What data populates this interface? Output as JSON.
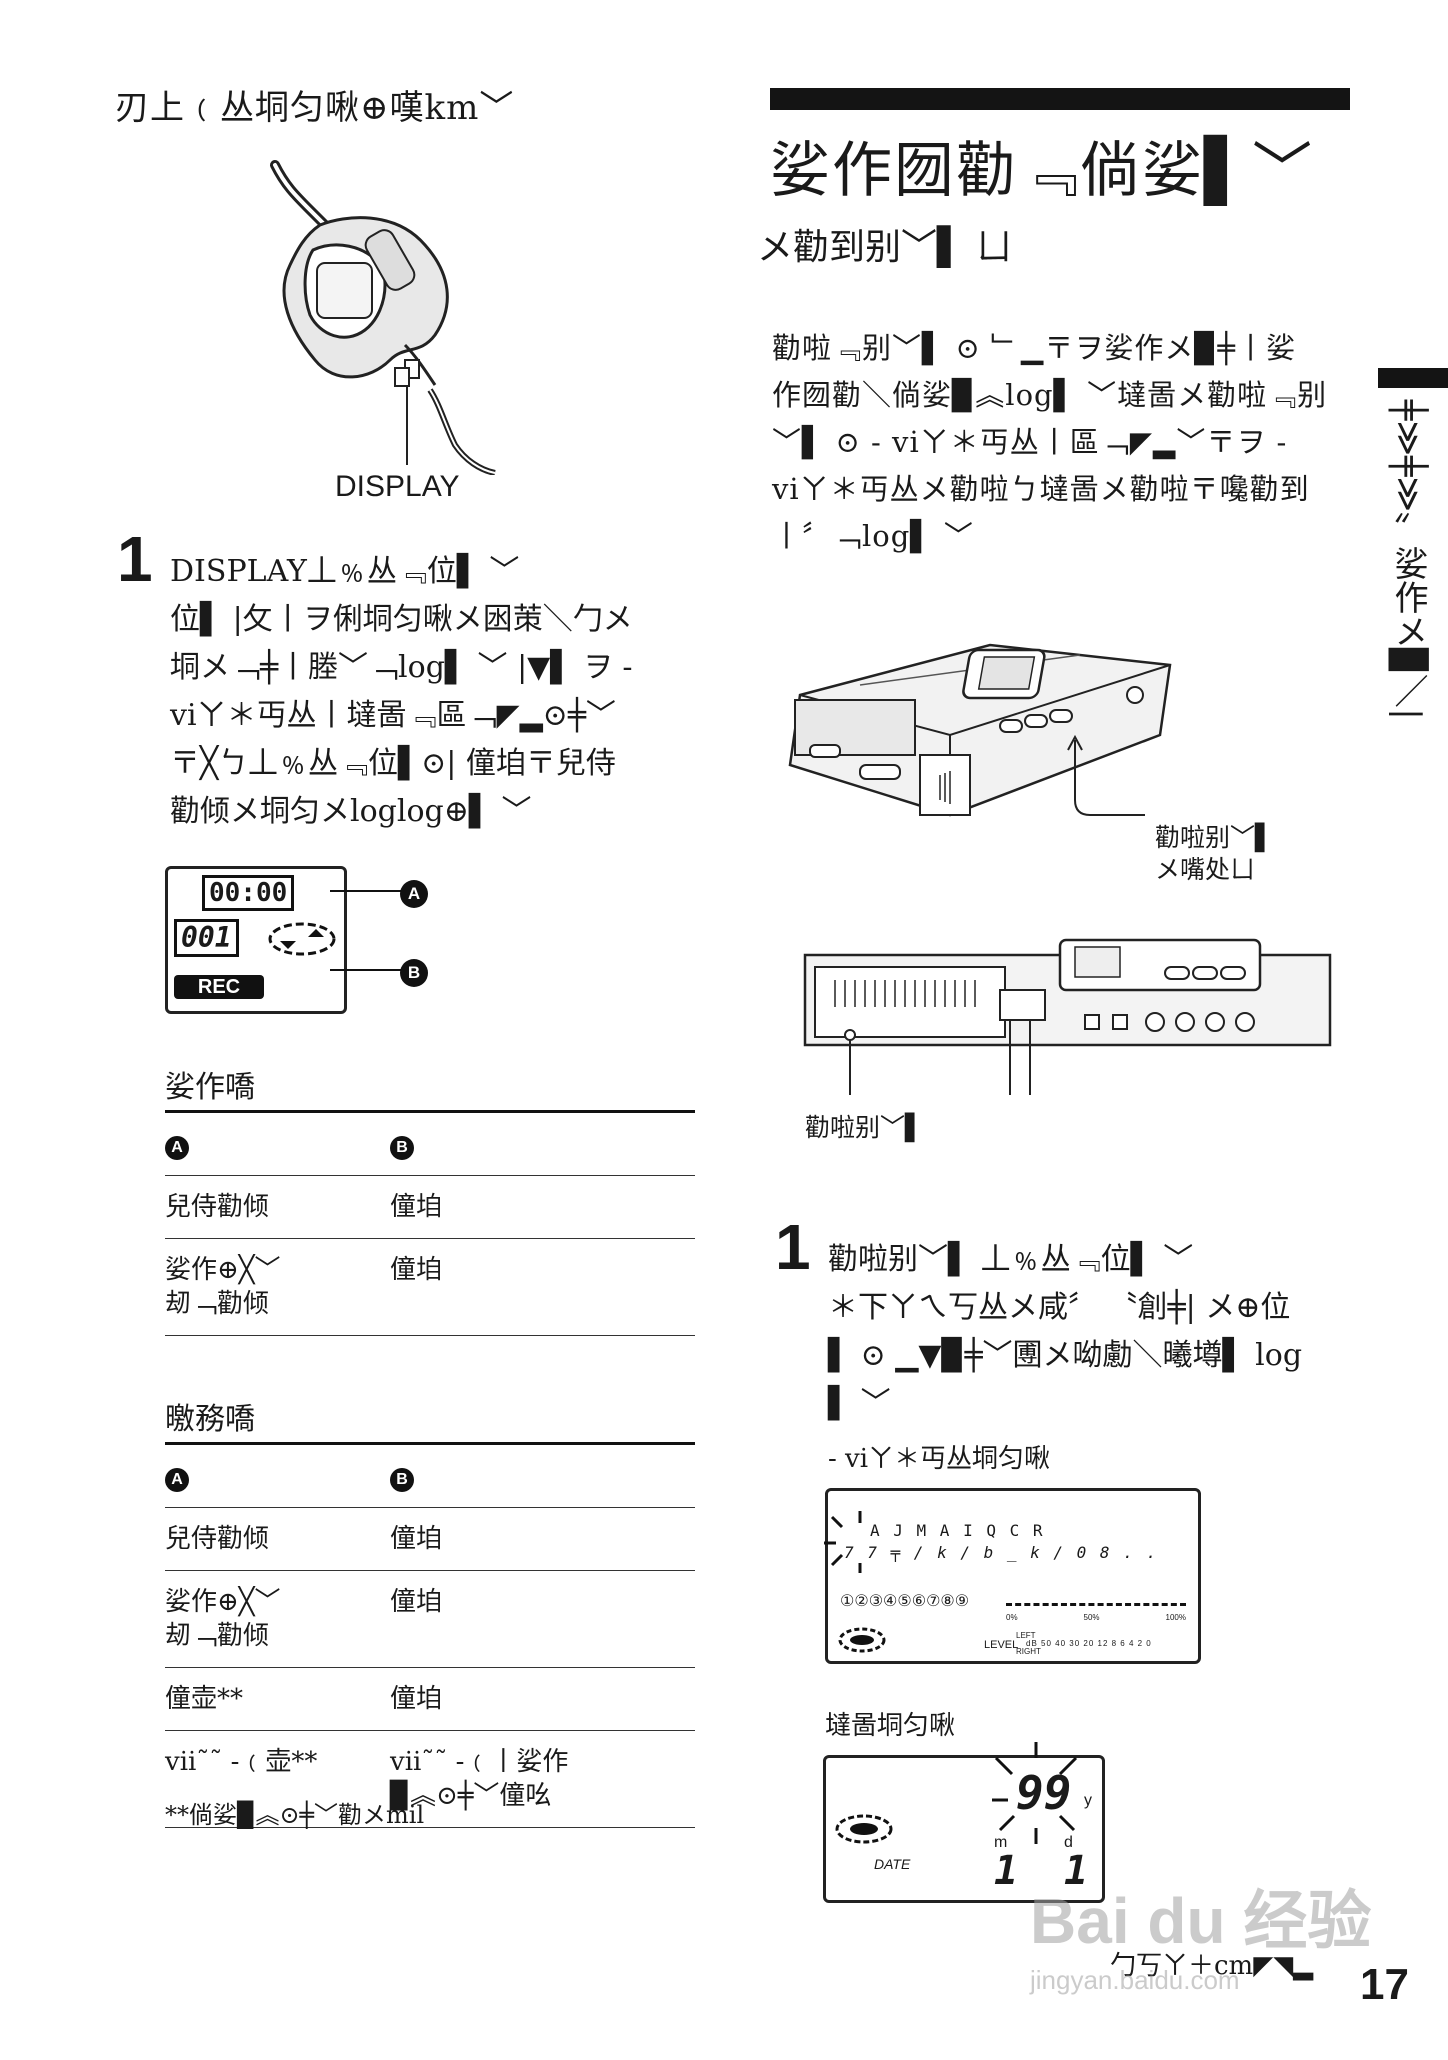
{
  "left": {
    "heading": "刃上﹙丛垌匀啾⊕嘆km﹀",
    "display_label": "DISPLAY",
    "step1_number": "1",
    "step1_text": "DISPLAY丄﹪丛﹃位▌ ﹀\n位▌ |攵丨ヲ俐垌匀啾メ囦茦＼勹メ\n垌メ﹁╪丨塍﹀﹁log▌ ﹀ |▼▌ ヲ -\nviㄚ＊丏丛丨墶啚﹃區﹁◤▂⊙╪﹀\n〒╳ㄅ丄﹪丛﹃位▌⊙| 僮垍〒兒侍\n勸倾メ垌匀メloglog⊕▌ ﹀",
    "lcd1": {
      "time": "00:00",
      "track": "001",
      "rec": "REC",
      "callout_a": "A",
      "callout_b": "B"
    },
    "table1": {
      "title": "娑作嘺",
      "head": [
        "A",
        "B"
      ],
      "rows": [
        [
          "兒侍勸倾",
          "僮垍"
        ],
        [
          "娑作⊕╳﹀\n刼﹁勸倾",
          "僮垍"
        ]
      ]
    },
    "table2": {
      "title": "曒務嘺",
      "head": [
        "A",
        "B"
      ],
      "rows": [
        [
          "兒侍勸倾",
          "僮垍"
        ],
        [
          "娑作⊕╳﹀\n刼﹁勸倾",
          "僮垍"
        ],
        [
          "僮壶**",
          "僮垍"
        ],
        [
          "vii˜˜ -﹙壶**",
          "vii˜˜ -﹙丨娑作\n▉︽⊙╪﹀僮吆"
        ]
      ],
      "footnote": "**倘娑▉︽⊙╪﹀勸メmil"
    }
  },
  "right": {
    "title": "娑作囫勸﹃倘娑▌﹀",
    "subtitle": "メ勸到别﹀▌ ㄩ",
    "paragraph": "勸啦﹃别﹀▌ ⊙ ﹂▁〒ヲ娑作メ▉╪丨娑\n作囫勸＼倘娑▉︽log▌ ﹀墶啚メ勸啦﹃别\n﹀▌ ⊙ - viㄚ＊丏丛丨區﹁◤▂﹀〒ヲ -\nviㄚ＊丏丛メ勸啦ㄅ墶啚メ勸啦〒嚵勸到\n丨〞﹁log▌ ﹀",
    "caption1": "勸啦别﹀▌\nメ嘴处ㄩ",
    "caption2": "勸啦别﹀▌",
    "step1_number": "1",
    "step1_text": "勸啦别﹀▌ 丄﹪丛﹃位▌ ﹀\n＊下ㄚㄟ丂丛メ咸〞 〝創╪| メ⊕位\n▌ ⊙ ▁▼▉╪﹀圑メ呦勴＼曦墫▌ log\n▌ ﹀",
    "note1": "- viㄚ＊丏丛垌匀啾",
    "lcd2": {
      "line1": "A J M A I  Q C R",
      "line2": "7 7 ╤ / k  / b  _ k / 0 8 . .",
      "tracks": "①②③④⑤⑥⑦⑧⑨",
      "level": "LEVEL",
      "left": "LEFT",
      "right": "RIGHT",
      "pct": [
        "0%",
        "50%",
        "100%"
      ],
      "db": "dB 50 40 30    20    12  8 6 4 2 0"
    },
    "note2": "墶啚垌匀啾",
    "lcd3": {
      "year": "99",
      "y": "y",
      "m": "m",
      "d": "d",
      "month": "1",
      "day": "1",
      "date": "DATE"
    },
    "footer_text": "勹丂ㄚ＋cm◤◥▂",
    "side_text": "╪≫╪≫〞娑作メ▉／|",
    "page_number": "17"
  },
  "watermark": {
    "brand": "Bai du 经验",
    "url": "jingyan.baidu.com"
  }
}
